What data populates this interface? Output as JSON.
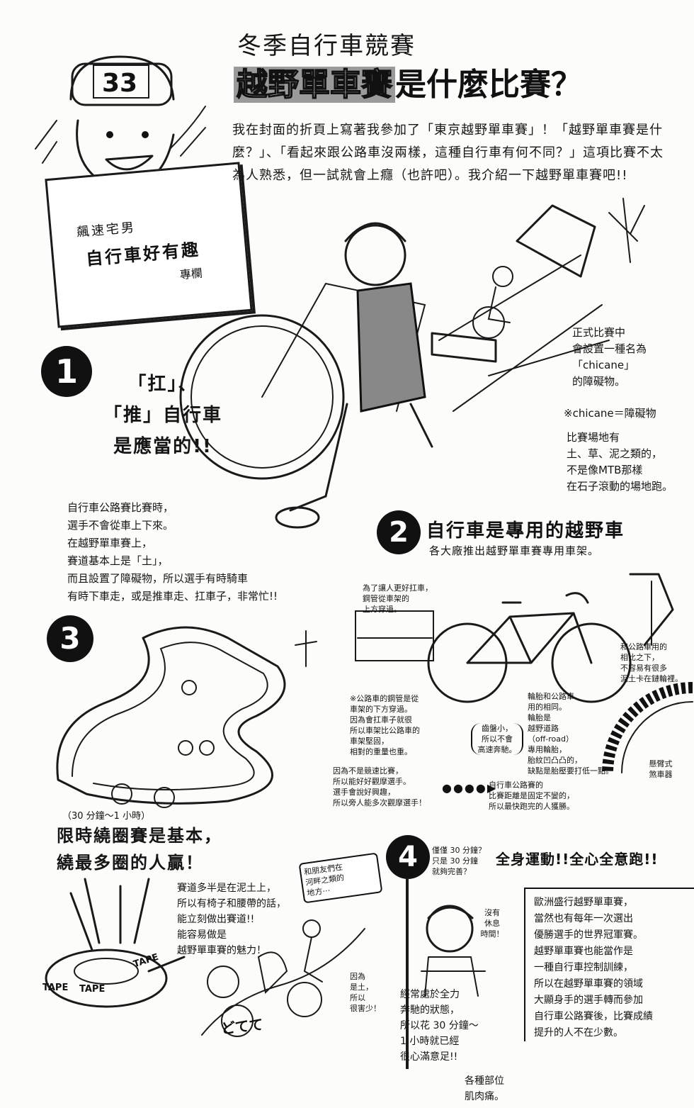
{
  "header": {
    "kicker": "冬季自行車競賽",
    "title_highlight": "越野單車賽",
    "title_rest": "是什麼比賽？",
    "cap_number": "33"
  },
  "column_sign": {
    "line1": "飆速宅男",
    "line2": "自行車好有趣",
    "line3": "專欄"
  },
  "intro": "我在封面的折頁上寫著我參加了「東京越野單車賽」！「越野單車賽是什麼？」、「看起來跟公路車沒兩樣，這種自行車有何不同？」這項比賽不太為人熟悉，但一試就會上癮（也許吧）。我介紹一下越野單車賽吧!!",
  "section1": {
    "number": "1",
    "heading": "「扛」、\n「推」自行車\n是應當的!!",
    "body": "自行車公路賽比賽時，\n選手不會從車上下來。\n在越野單車賽上，\n賽道基本上是「土」，\n而且設置了障礙物，所以選手有時騎車\n有時下車走，或是推車走、扛車子，非常忙!!",
    "note_chicane": "正式比賽中\n會設置一種名為\n「chicane」\n的障礙物。",
    "note_chicane_def": "※chicane＝障礙物",
    "note_ground": "比賽場地有\n土、草、泥之類的，\n不是像MTB那樣\n在石子滾動的場地跑。"
  },
  "section2": {
    "number": "2",
    "heading": "自行車是專用的越野車",
    "subheading": "各大廠推出越野單車賽專用車架。",
    "note_top": "為了讓人更好扛車，\n鋼管從車架的\n上方穿過。",
    "note_road_cable": "※公路車的鋼管是從\n車架的下方穿過。\n因為會扛車子就很\n所以車架比公路車的\n車架堅固，\n相對的重量也重。",
    "note_gear": "齒盤小，\n所以不會\n高速奔馳。",
    "note_tire": "輪胎和公路車\n用的相同。\n輪胎是\n越野道路\n（off-road）\n專用輪胎，\n胎紋凹凸凸的，\n缺點是胎壓要打低一點。",
    "note_mud": "和公路車用的\n相比之下，\n不容易有很多\n泥土卡在鏈輪裡。",
    "note_brake": "懸臂式\n煞車器"
  },
  "section3": {
    "number": "3",
    "time_note": "（30 分鐘～1 小時）",
    "heading": "限時繞圈賽是基本，\n繞最多圈的人贏！",
    "note_spectators": "因為不是競速比賽，\n所以能好好觀摩選手。\n選手會說好興趣，\n所以旁人能多次觀摩選手！",
    "note_road": "自行車公路賽的\n比賽距離是固定不變的，\n所以最快跑完的人獲勝。",
    "note_mud_course": "賽道多半是在泥土上，\n所以有椅子和腰帶的話，\n能立刻做出賽道!!\n能容易做是\n越野單車賽的魅力！",
    "bubble_friends": "和朋友們在\n河畔之類的\n地方⋯",
    "note_soil": "因為\n是土，\n所以\n很害少！",
    "sfx": "どてて",
    "tape_labels": [
      "TAPE",
      "TAPE",
      "TAPE"
    ]
  },
  "section4": {
    "number": "4",
    "question": "僅僅 30 分鐘？\n只是 30 分鐘\n就夠完善？",
    "heading": "全身運動!!全心全意跑!!",
    "bubble_rest": "沒有\n休息\n時間！",
    "body": "經常處於全力\n奔馳的狀態，\n所以花 30 分鐘～\n1 小時就已經\n很心滿意足!!",
    "sore": "各種部位\n肌肉痛。",
    "europe": "歐洲盛行越野單車賽，\n當然也有每年一次選出\n優勝選手的世界冠軍賽。\n越野單車賽也能當作是\n一種自行車控制訓練，\n所以在越野單車賽的領域\n大顯身手的選手轉而參加\n自行車公路賽後，比賽成績\n提升的人不在少數。"
  }
}
